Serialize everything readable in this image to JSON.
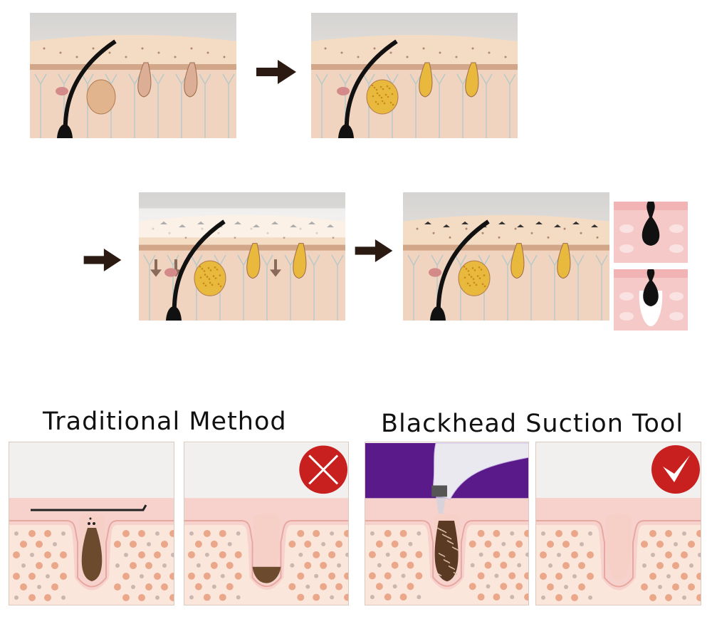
{
  "titles": {
    "traditional": "Traditional Method",
    "suction": "Blackhead Suction Tool"
  },
  "steps": [
    {
      "id": "step-1",
      "gland_fill": "#e2b48e"
    },
    {
      "id": "step-2",
      "gland_fill": "#e8b93c"
    },
    {
      "id": "step-3",
      "gland_fill": "#e8b93c"
    },
    {
      "id": "step-4",
      "gland_fill": "#e8b93c"
    }
  ],
  "comparison": [
    {
      "id": "traditional-before",
      "badge": null
    },
    {
      "id": "traditional-after",
      "badge": "cross-icon"
    },
    {
      "id": "suction-during",
      "badge": null
    },
    {
      "id": "suction-after",
      "badge": "check-icon"
    }
  ],
  "colors": {
    "skin_surface": "#f4dcc4",
    "dermis": "#f1d4bf",
    "epidermis_pink": "#f7d2cc",
    "tissue_dot": "#eaa78a",
    "badge_red": "#c8201e",
    "tool_background": "#5a1a8a",
    "blackhead": "#6b4a2e",
    "arrow": "#2a1a12"
  }
}
